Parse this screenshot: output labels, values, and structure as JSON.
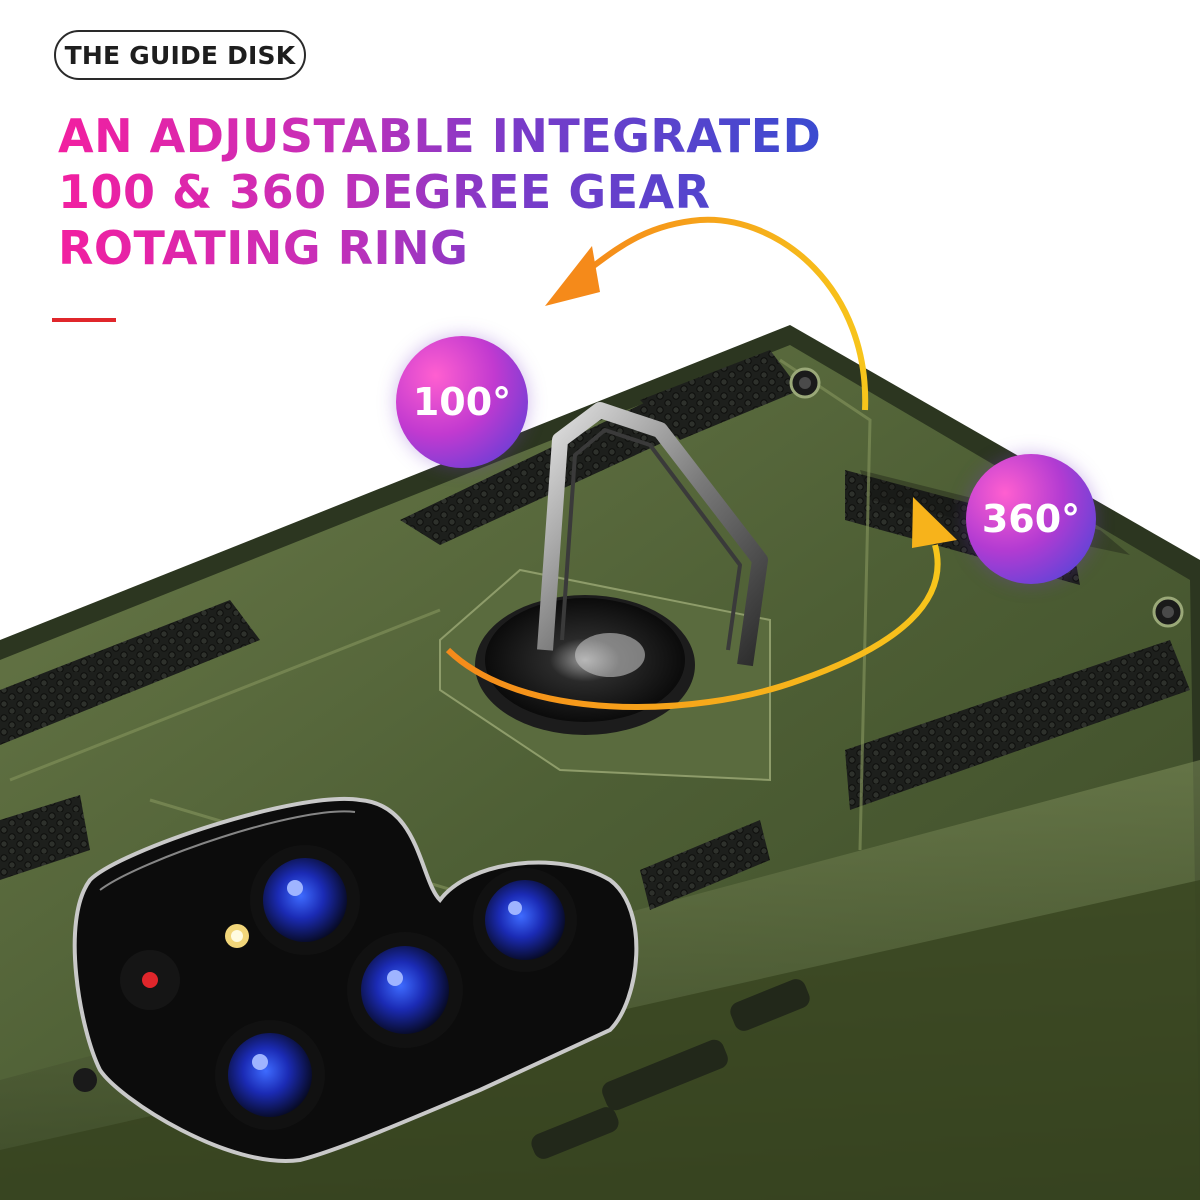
{
  "badge": {
    "label": "THE GUIDE DISK"
  },
  "headline": {
    "line1": "AN ADJUSTABLE INTEGRATED",
    "line2": "100 & 360 DEGREE GEAR",
    "line3": "ROTATING RING"
  },
  "callouts": {
    "angle_small": "100°",
    "angle_full": "360°"
  },
  "colors": {
    "case_green": "#4e5f35",
    "accent_pink": "#f21fa0",
    "accent_blue": "#3a4bd0",
    "arrow_orange": "#f7a21b",
    "rule_red": "#e0262b"
  }
}
